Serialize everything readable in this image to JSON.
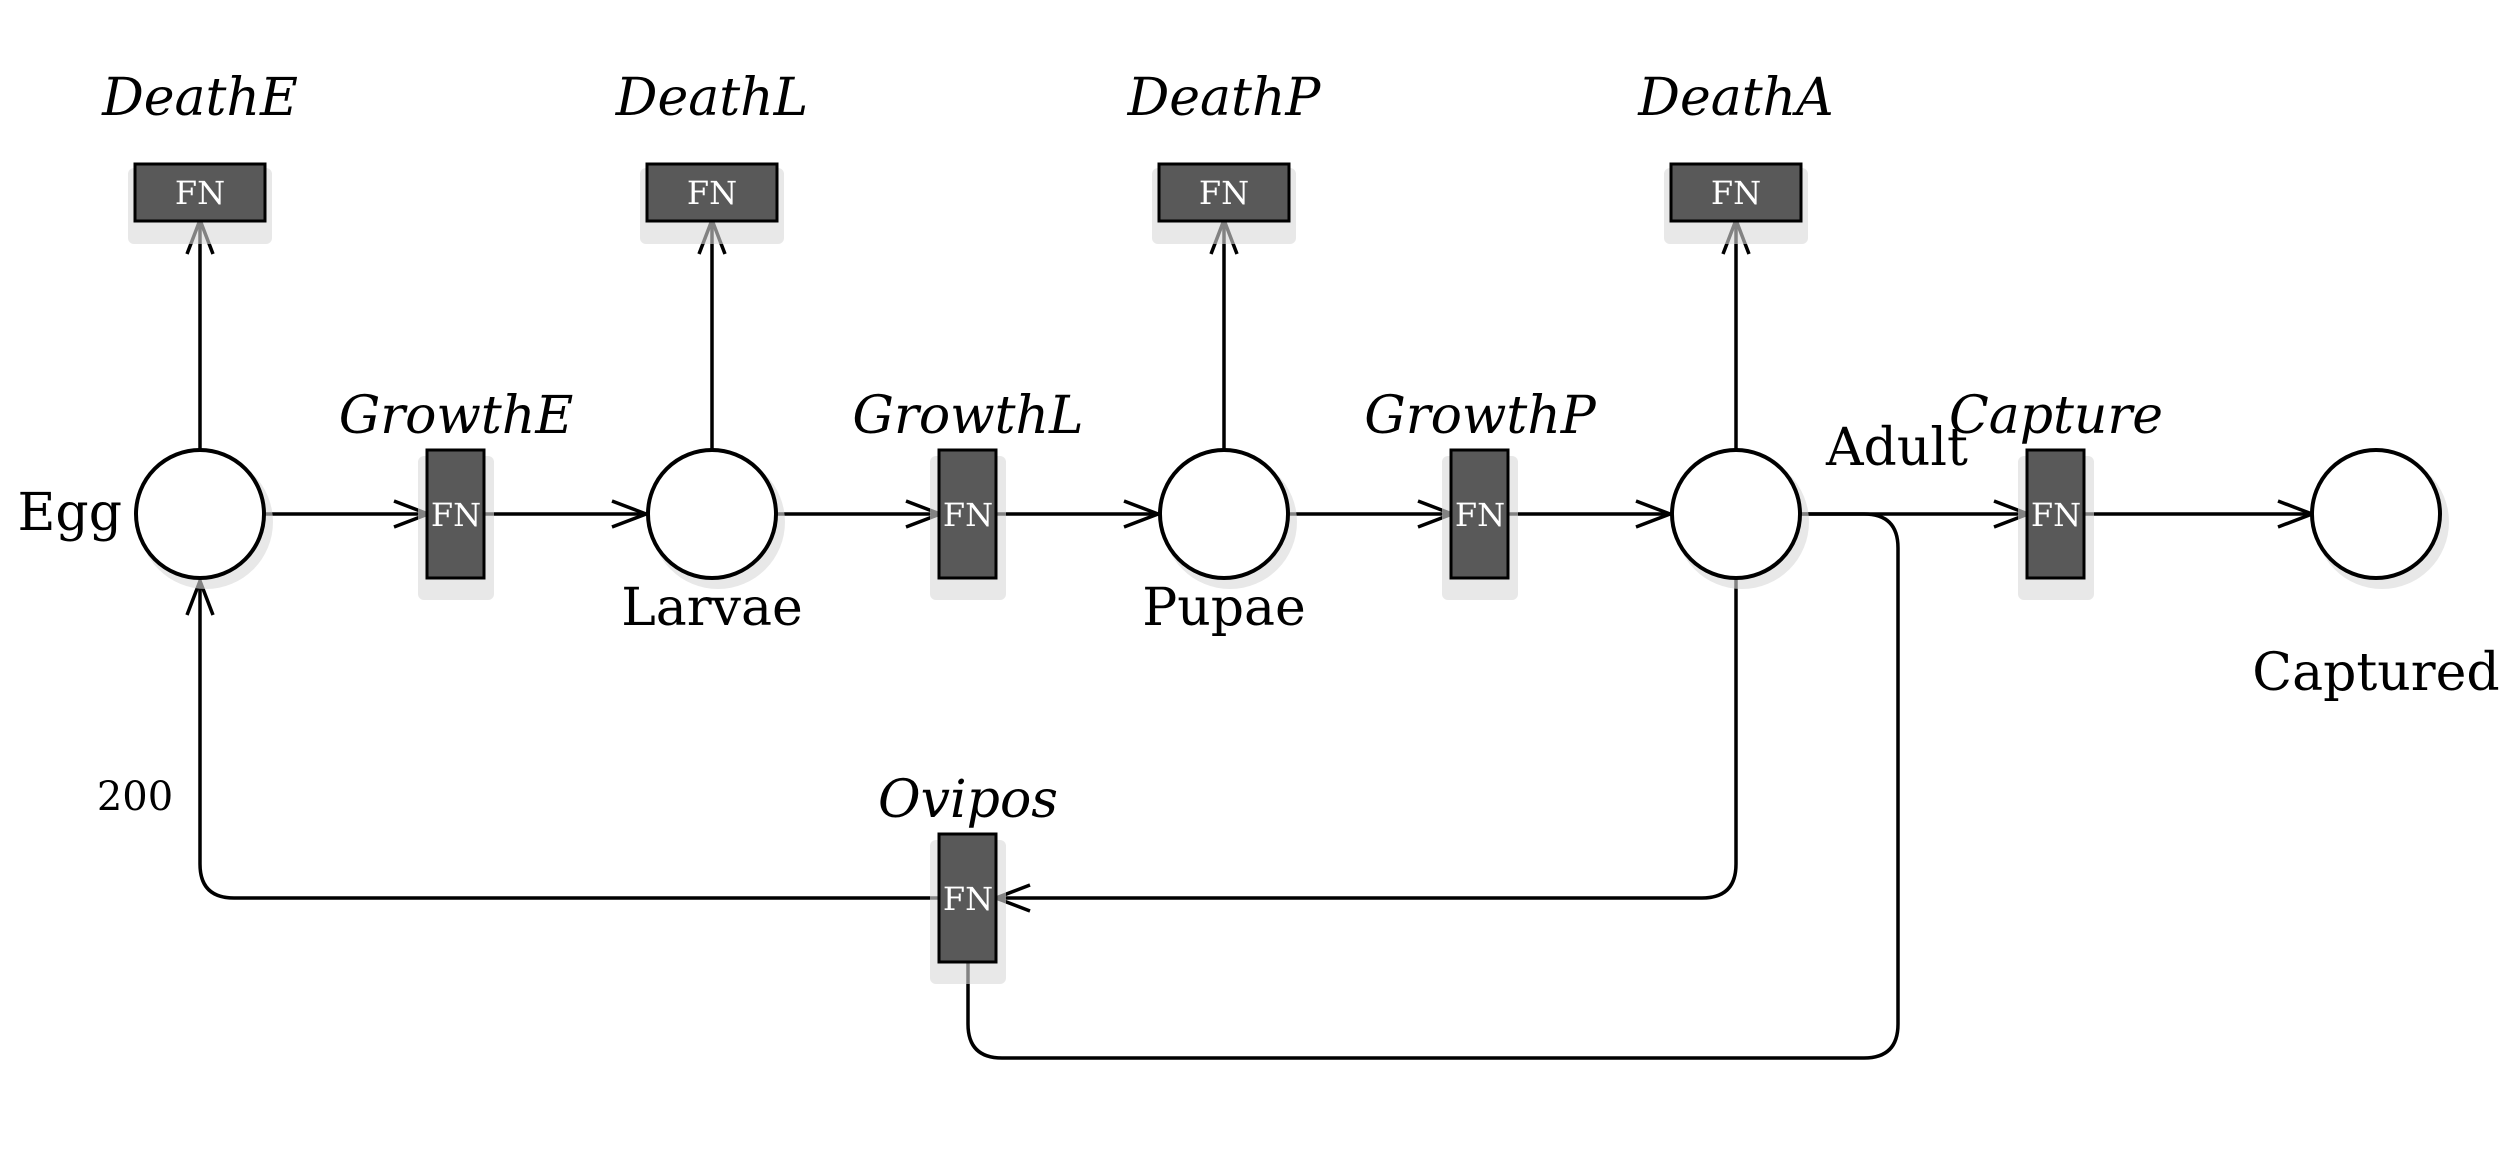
{
  "places": {
    "egg": "Egg",
    "larvae": "Larvae",
    "pupae": "Pupae",
    "adult": "Adult",
    "captured": "Captured"
  },
  "transitions": {
    "death_e": "DeathE",
    "death_l": "DeathL",
    "death_p": "DeathP",
    "death_a": "DeathA",
    "growth_e": "GrowthE",
    "growth_l": "GrowthL",
    "growth_p": "GrowthP",
    "capture": "Capture",
    "ovipos": "Ovipos"
  },
  "fn_label": "FN",
  "arc_weights": {
    "ovipos_to_egg": "200"
  }
}
